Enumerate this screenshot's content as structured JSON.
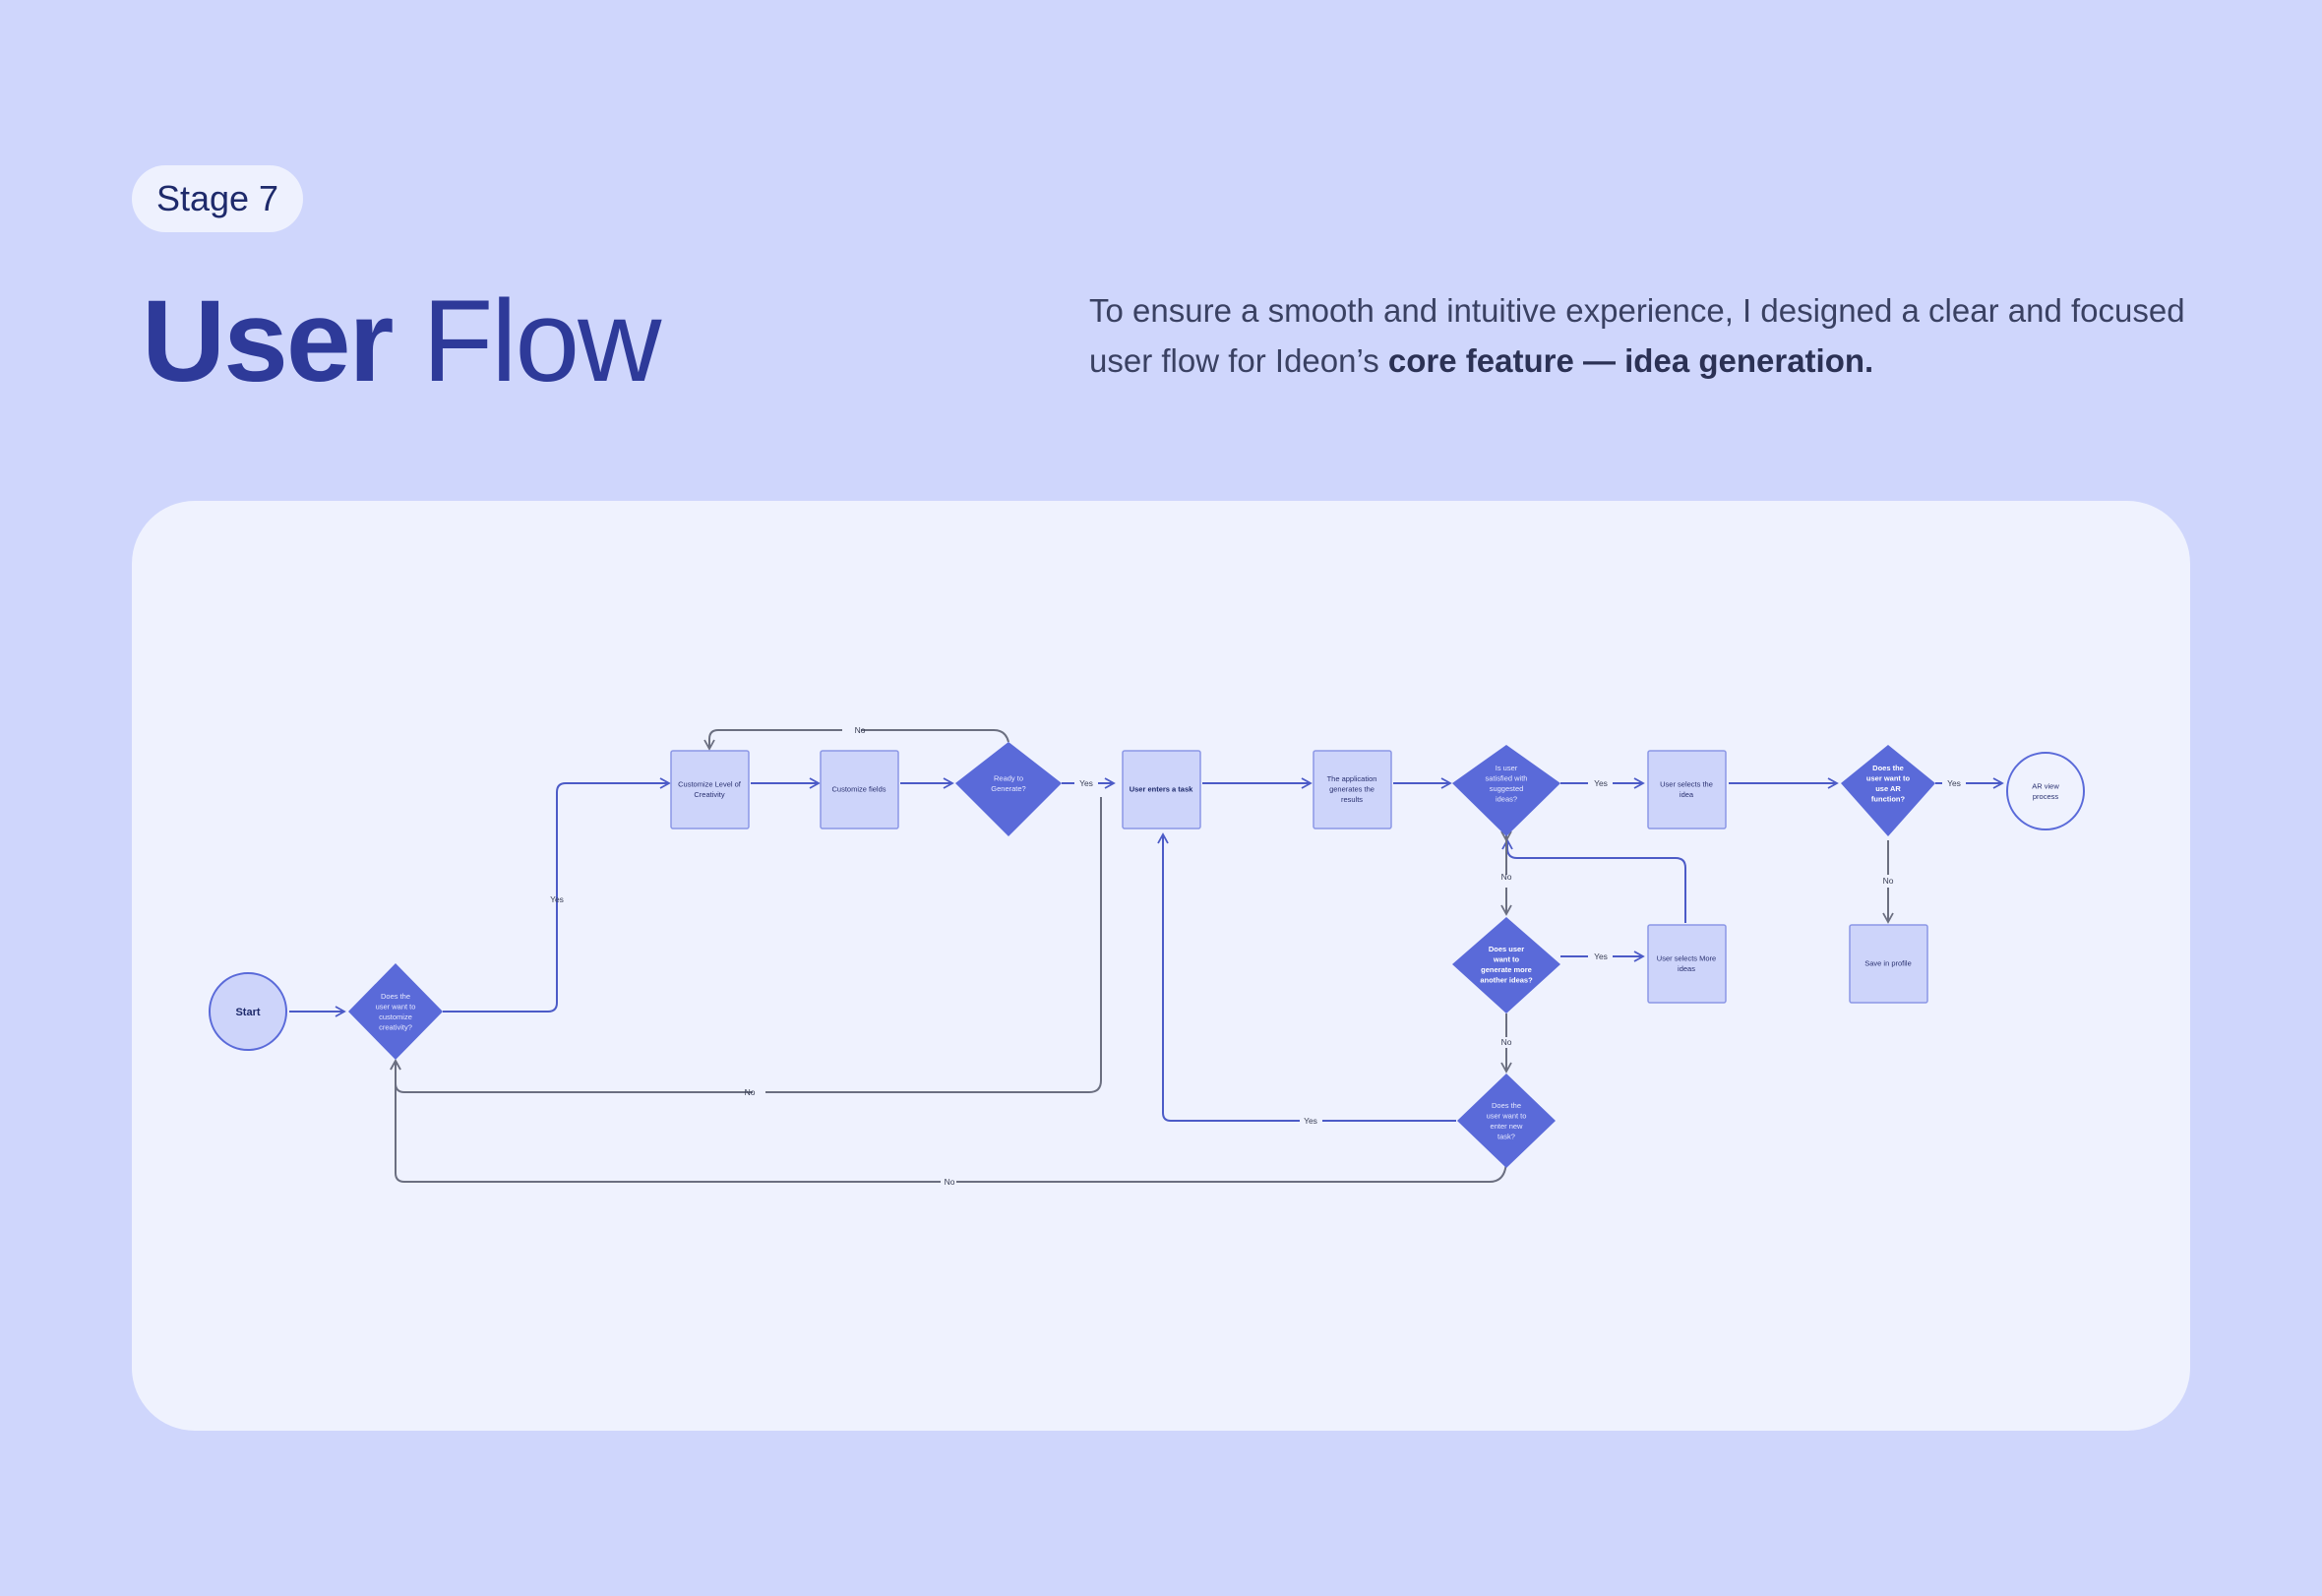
{
  "header": {
    "stage_label": "Stage 7",
    "title_bold": "User",
    "title_light": "Flow",
    "intro_plain": "To ensure a smooth and intuitive experience, I designed a clear and focused user flow for Ideon’s ",
    "intro_bold": "core feature — idea generation."
  },
  "colors": {
    "background": "#cfd6fc",
    "canvas": "#eff2fe",
    "title": "#2e3a99",
    "process_fill": "#cdd4fa",
    "process_stroke": "#8b97e6",
    "decision_fill": "#5a6ad9",
    "arrow_blue": "#4c5bc7",
    "arrow_gray": "#6b6f80"
  },
  "flow": {
    "start": "Start",
    "q_customize": [
      "Does the",
      "user want to",
      "customize",
      "creativity?"
    ],
    "customize_level": [
      "Customize Level of",
      "Creativity"
    ],
    "customize_fields": [
      "Customize fields"
    ],
    "ready": [
      "Ready to",
      "Generate?"
    ],
    "enter_task": [
      "User enters a task"
    ],
    "generates": [
      "The application",
      "generates the",
      "results"
    ],
    "satisfied": [
      "Is user",
      "satisfied with",
      "suggested",
      "ideas?"
    ],
    "selects_idea": [
      "User selects the",
      "idea"
    ],
    "q_ar": [
      "Does the",
      "user want to",
      "use AR",
      "function?"
    ],
    "ar_view": [
      "AR view",
      "process"
    ],
    "save_profile": [
      "Save in profile"
    ],
    "q_more": [
      "Does user",
      "want to",
      "generate more",
      "another ideas?"
    ],
    "selects_more": [
      "User selects More",
      "ideas"
    ],
    "q_new_task": [
      "Does the",
      "user want to",
      "enter new",
      "task?"
    ],
    "yes": "Yes",
    "no": "No"
  }
}
